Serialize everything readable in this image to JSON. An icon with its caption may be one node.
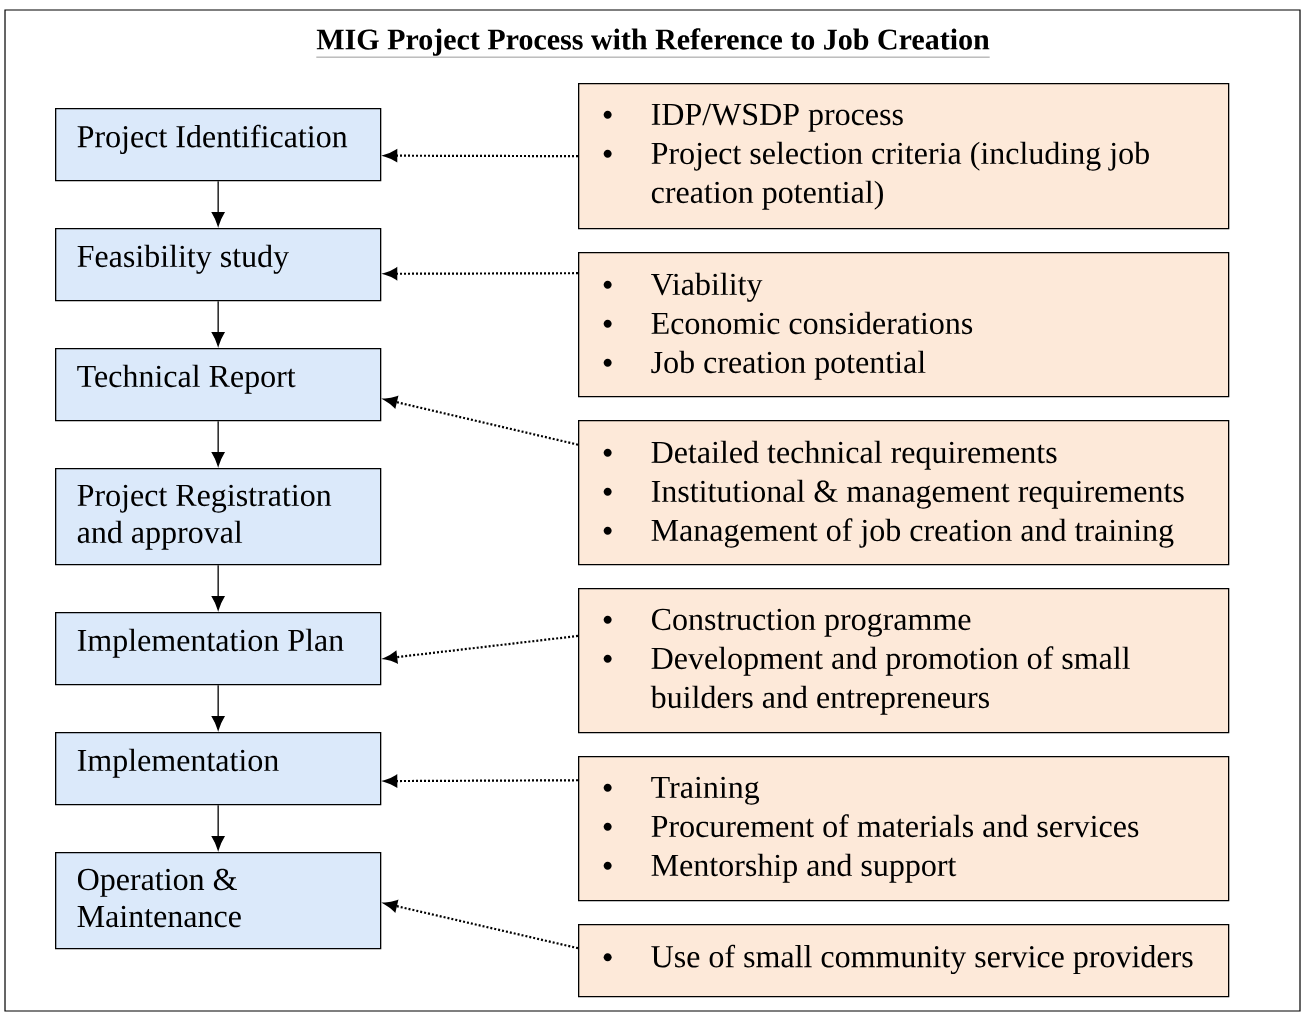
{
  "diagram": {
    "title": "MIG Project Process with Reference to Job Creation",
    "nodes": [
      {
        "text": [
          "Project Identification"
        ]
      },
      {
        "text": [
          "IDP/WSDP process",
          "Project selection criteria (including job creation potential)"
        ]
      },
      {
        "text": [
          "Feasibility study"
        ]
      },
      {
        "text": [
          "Viability",
          "Economic considerations",
          "Job creation potential"
        ]
      },
      {
        "text": [
          "Technical Report"
        ]
      },
      {
        "text": [
          "Detailed technical requirements",
          "Institutional & management requirements",
          "Management of job creation and training"
        ]
      },
      {
        "text": [
          "Project Registration and approval"
        ]
      },
      {
        "text": [
          "Implementation Plan"
        ]
      },
      {
        "text": [
          "Construction programme",
          "Development and promotion of small builders and entrepreneurs"
        ]
      },
      {
        "text": [
          "Implementation"
        ]
      },
      {
        "text": [
          "Training",
          "Procurement of materials and services",
          "Mentorship and support"
        ]
      },
      {
        "text": [
          "Operation & Maintenance"
        ]
      },
      {
        "text": [
          "Use of small community service providers"
        ]
      }
    ],
    "edges": [
      {
        "from": 0,
        "to": 2,
        "arrow": "to"
      },
      {
        "from": 2,
        "to": 4,
        "arrow": "to"
      },
      {
        "from": 4,
        "to": 6,
        "arrow": "to"
      },
      {
        "from": 6,
        "to": 7,
        "arrow": "to"
      },
      {
        "from": 7,
        "to": 9,
        "arrow": "to"
      },
      {
        "from": 9,
        "to": 11,
        "arrow": "to"
      },
      {
        "from": 1,
        "to": 0,
        "arrow": "to",
        "style": "dashed"
      },
      {
        "from": 3,
        "to": 2,
        "arrow": "to",
        "style": "dashed"
      },
      {
        "from": 5,
        "to": 4,
        "arrow": "to",
        "style": "dashed"
      },
      {
        "from": 8,
        "to": 7,
        "arrow": "to",
        "style": "dashed"
      },
      {
        "from": 10,
        "to": 9,
        "arrow": "to",
        "style": "dashed"
      },
      {
        "from": 12,
        "to": 11,
        "arrow": "to",
        "style": "dashed"
      }
    ]
  }
}
